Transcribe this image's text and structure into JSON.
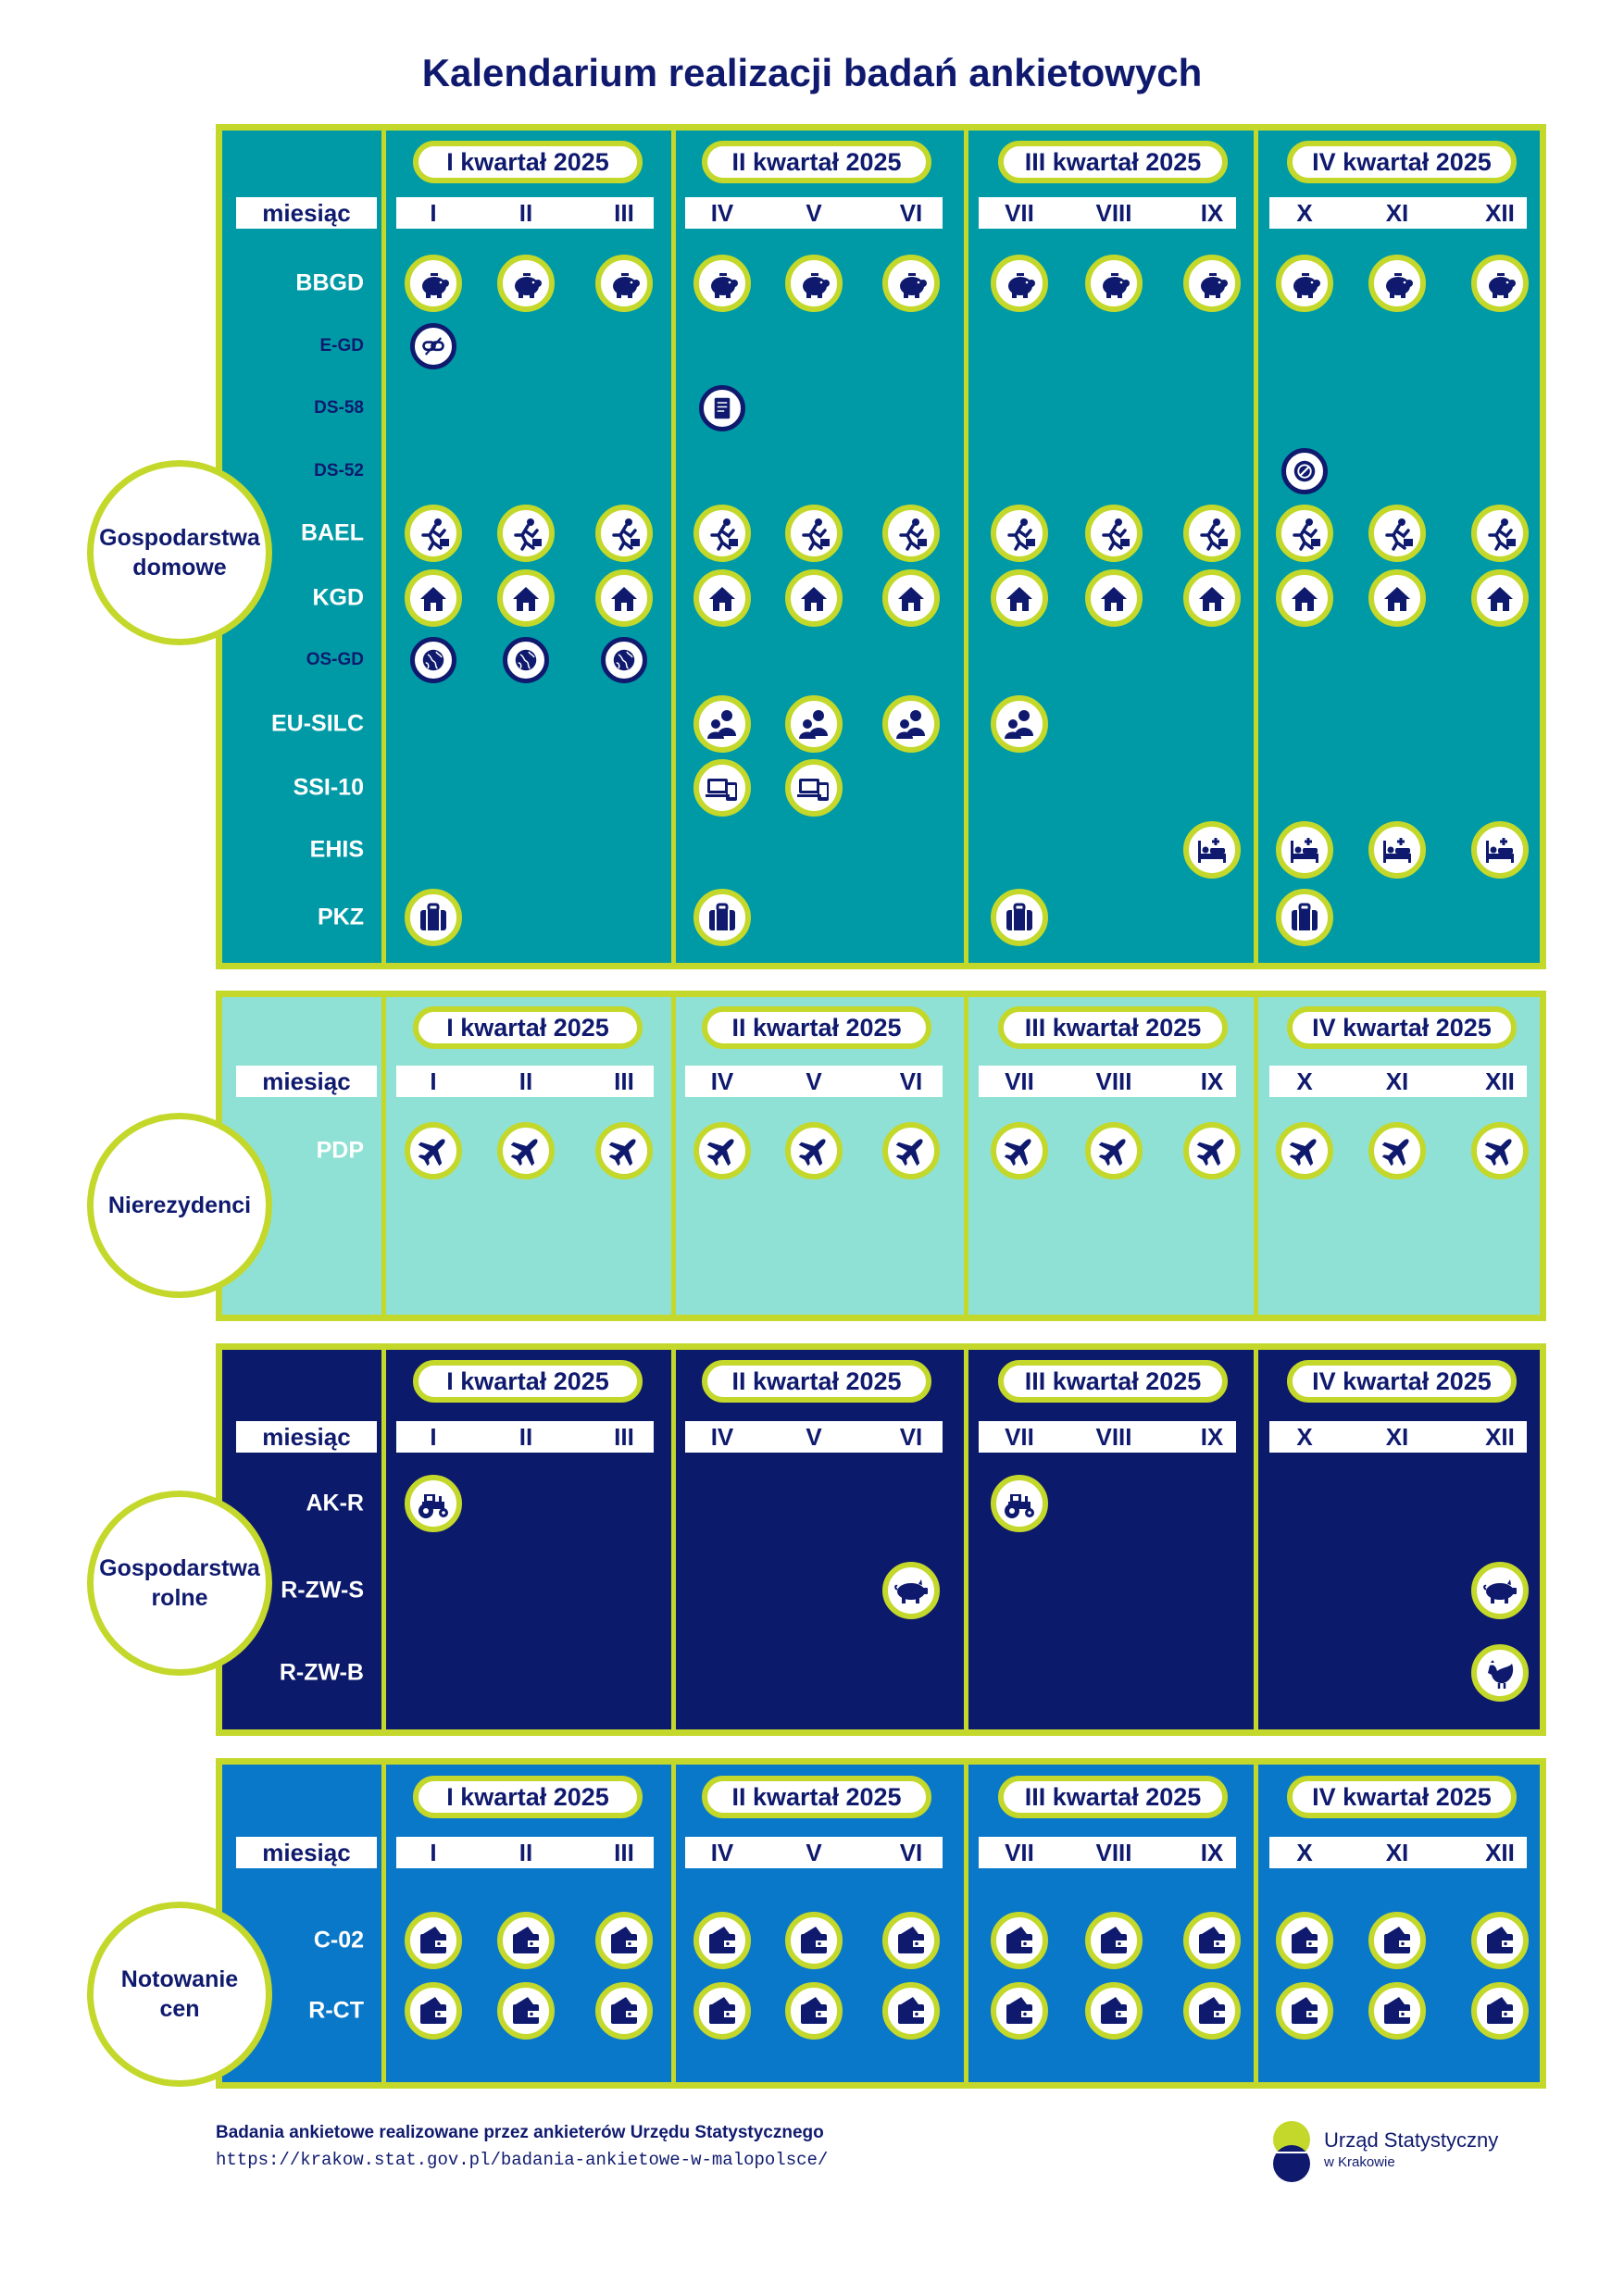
{
  "title": "Kalendarium realizacji badań ankietowych",
  "quarter_labels": [
    "I kwartał 2025",
    "II kwartał 2025",
    "III kwartał 2025",
    "IV kwartał 2025"
  ],
  "month_label": "miesiąc",
  "months": [
    "I",
    "II",
    "III",
    "IV",
    "V",
    "VI",
    "VII",
    "VIII",
    "IX",
    "X",
    "XI",
    "XII"
  ],
  "colors": {
    "accent": "#c3d82a",
    "navy": "#0f1a6e",
    "teal": "#009aa6",
    "mint": "#8ee1d4",
    "dark": "#0b1a6b",
    "blue": "#0a78c8"
  },
  "sections": [
    {
      "category": "Gospodarstwa domowe",
      "category_lines": [
        "Gospodarstwa",
        "domowe"
      ],
      "bg": "#009aa6",
      "rows": [
        {
          "label": "BBGD",
          "label_color": "#ffffff",
          "icon": "piggy-bank",
          "months": [
            1,
            2,
            3,
            4,
            5,
            6,
            7,
            8,
            9,
            10,
            11,
            12
          ]
        },
        {
          "label": "E-GD",
          "label_color": "#0f1a6e",
          "small": true,
          "icon": "link",
          "months": [
            1
          ]
        },
        {
          "label": "DS-58",
          "label_color": "#0f1a6e",
          "small": true,
          "icon": "document",
          "months": [
            4
          ]
        },
        {
          "label": "DS-52",
          "label_color": "#0f1a6e",
          "small": true,
          "icon": "wheel",
          "months": [
            10
          ]
        },
        {
          "label": "BAEL",
          "label_color": "#ffffff",
          "icon": "worker",
          "months": [
            1,
            2,
            3,
            4,
            5,
            6,
            7,
            8,
            9,
            10,
            11,
            12
          ]
        },
        {
          "label": "KGD",
          "label_color": "#ffffff",
          "icon": "house",
          "months": [
            1,
            2,
            3,
            4,
            5,
            6,
            7,
            8,
            9,
            10,
            11,
            12
          ]
        },
        {
          "label": "OS-GD",
          "label_color": "#0f1a6e",
          "small": true,
          "icon": "globe",
          "months": [
            1,
            2,
            3
          ]
        },
        {
          "label": "EU-SILC",
          "label_color": "#ffffff",
          "icon": "people",
          "months": [
            4,
            5,
            6,
            7
          ]
        },
        {
          "label": "SSI-10",
          "label_color": "#ffffff",
          "icon": "devices",
          "months": [
            4,
            5
          ]
        },
        {
          "label": "EHIS",
          "label_color": "#ffffff",
          "icon": "bed",
          "months": [
            9,
            10,
            11,
            12
          ]
        },
        {
          "label": "PKZ",
          "label_color": "#ffffff",
          "icon": "suitcase",
          "months": [
            1,
            4,
            7,
            10
          ]
        }
      ]
    },
    {
      "category": "Nierezydenci",
      "category_lines": [
        "Nierezydenci"
      ],
      "bg": "#8ee1d4",
      "rows": [
        {
          "label": "PDP",
          "label_color": "#ffffff",
          "icon": "plane",
          "months": [
            1,
            2,
            3,
            4,
            5,
            6,
            7,
            8,
            9,
            10,
            11,
            12
          ]
        }
      ]
    },
    {
      "category": "Gospodarstwa rolne",
      "category_lines": [
        "Gospodarstwa",
        "rolne"
      ],
      "bg": "#0b1a6b",
      "rows": [
        {
          "label": "AK-R",
          "label_color": "#ffffff",
          "icon": "tractor",
          "months": [
            1,
            7
          ]
        },
        {
          "label": "R-ZW-S",
          "label_color": "#ffffff",
          "icon": "pig",
          "months": [
            6,
            12
          ]
        },
        {
          "label": "R-ZW-B",
          "label_color": "#ffffff",
          "icon": "hen",
          "months": [
            12
          ]
        }
      ]
    },
    {
      "category": "Notowanie cen",
      "category_lines": [
        "Notowanie",
        "cen"
      ],
      "bg": "#0a78c8",
      "rows": [
        {
          "label": "C-02",
          "label_color": "#ffffff",
          "icon": "wallet",
          "months": [
            1,
            2,
            3,
            4,
            5,
            6,
            7,
            8,
            9,
            10,
            11,
            12
          ]
        },
        {
          "label": "R-CT",
          "label_color": "#ffffff",
          "icon": "wallet",
          "months": [
            1,
            2,
            3,
            4,
            5,
            6,
            7,
            8,
            9,
            10,
            11,
            12
          ]
        }
      ]
    }
  ],
  "footer": {
    "line1": "Badania ankietowe realizowane przez ankieterów Urzędu Statystycznego",
    "line2": "https://krakow.stat.gov.pl/badania-ankietowe-w-malopolsce/"
  },
  "logo": {
    "line1": "Urząd Statystyczny",
    "line2": "w Krakowie"
  }
}
